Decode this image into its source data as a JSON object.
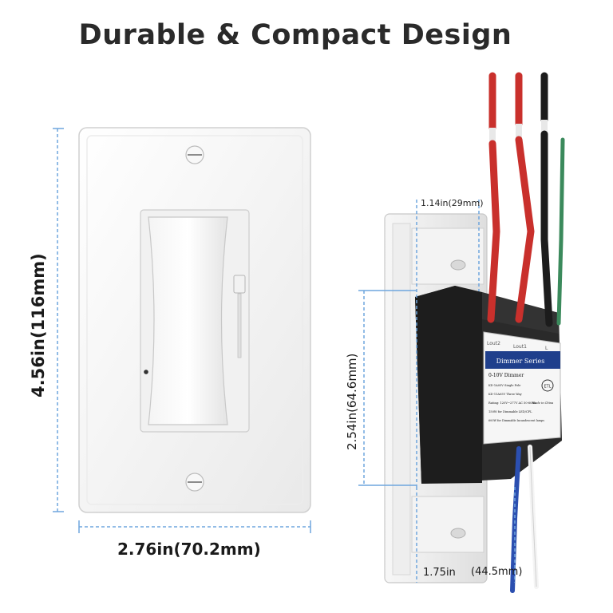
{
  "title": "Durable & Compact Design",
  "dimensions": {
    "plate_height": "4.56in(116mm)",
    "plate_width": "2.76in(70.2mm)",
    "module_width": "1.14in(29mm)",
    "module_height": "2.54in(64.6mm)",
    "module_depth": "1.75in",
    "module_depth_mm": "(44.5mm)"
  },
  "module_label": {
    "header": "Dimmer Series",
    "terminals": [
      "Lout2",
      "Lout1",
      "L"
    ],
    "lines": [
      "0-10V Dimmer",
      "KD-1A05V Single Pole",
      "KD-11A05V Three Way",
      "Rating: 120V~277V AC 50-60Hz",
      "150W for Dimmable LED/CFL",
      "600W for Dimmable Incandescent lamps"
    ],
    "made_in": "Made in China",
    "cert": "ETL"
  },
  "colors": {
    "accent_dim": "#6fa6de",
    "wire_red": "#c9302c",
    "wire_black": "#1c1c1c",
    "wire_green": "#3b8a5c",
    "wire_blue": "#2b4fb0",
    "module_body": "#2a2a2a",
    "label_blue": "#1f3f8c"
  }
}
